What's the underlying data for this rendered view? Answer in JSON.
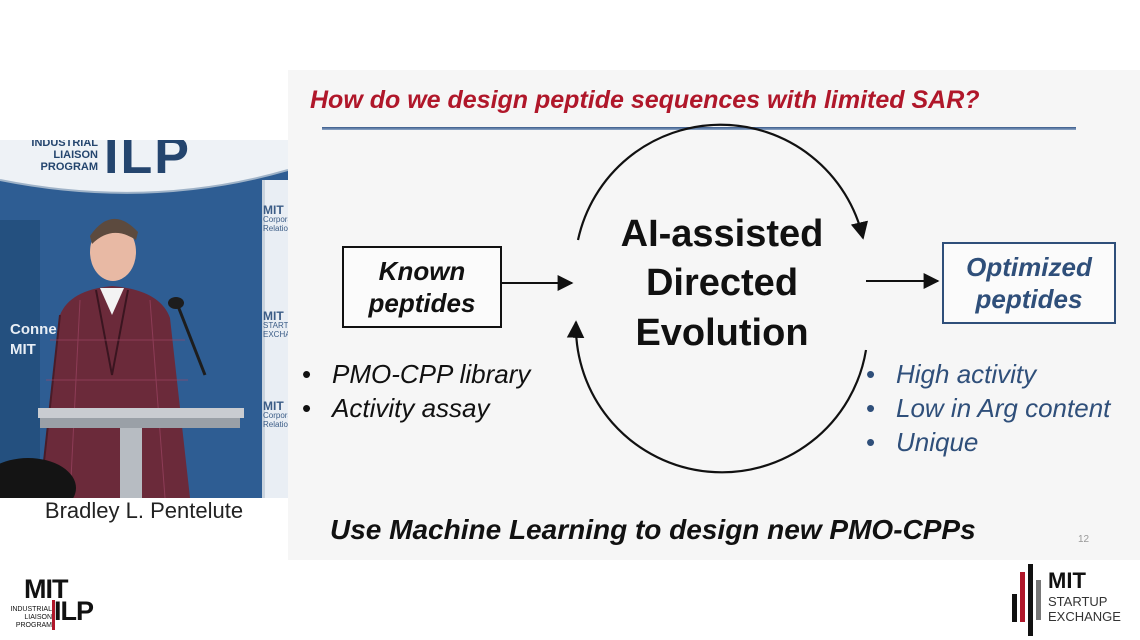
{
  "slide": {
    "title": "How do we design peptide sequences with limited SAR?",
    "left_box": "Known peptides",
    "center_lines": [
      "AI-assisted",
      "Directed",
      "Evolution"
    ],
    "right_box": "Optimized peptides",
    "left_bullets": [
      "PMO-CPP library",
      "Activity assay"
    ],
    "right_bullets": [
      "High activity",
      "Low in Arg content",
      "Unique"
    ],
    "bottom_text": "Use Machine Learning to design new PMO-CPPs",
    "page_number": "12",
    "colors": {
      "title": "#b0172a",
      "accent_blue": "#2f4f7a"
    }
  },
  "video": {
    "banner": {
      "line1": "INDUSTRIAL",
      "line2": "LIAISON",
      "line3": "PROGRAM",
      "letters": "ILP"
    },
    "wall_text": [
      "Conne",
      "MIT"
    ],
    "side_panels": [
      {
        "mark": "MIT",
        "lines": [
          "Corpora",
          "Relation"
        ]
      },
      {
        "mark": "MIT",
        "lines": [
          "STARTUP",
          "EXCHA"
        ]
      },
      {
        "mark": "MIT",
        "lines": [
          "Corpora",
          "Relation"
        ]
      }
    ],
    "speaker_name": "Bradley L. Pentelute"
  },
  "logos": {
    "ilp": {
      "mit": "MIT",
      "ilp": "ILP",
      "line1": "INDUSTRIAL",
      "line2": "LIAISON",
      "line3": "PROGRAM"
    },
    "startup_exchange": {
      "mit": "MIT",
      "line1": "STARTUP",
      "line2": "EXCHANGE"
    }
  }
}
